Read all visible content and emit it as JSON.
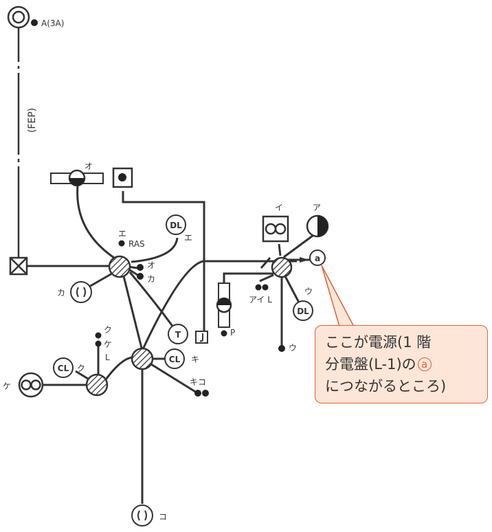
{
  "labels": {
    "antenna_label": "A(3A)",
    "fep": "(FEP)",
    "o_top": "オ",
    "e_top": "エ",
    "ras": "RAS",
    "e_right": "エ",
    "dl": "DL",
    "o_mid": "オ",
    "ka_mid": "カ",
    "ka_left": "カ",
    "i_top": "イ",
    "a_top": "ア",
    "a_circle": "a",
    "u_right": "ウ",
    "ai_l": "アイ L",
    "p": "P",
    "u_bottom": "ウ",
    "ku": "ク",
    "ke": "ケ",
    "l": "L",
    "cl": "CL",
    "ku2": "ク",
    "ke_left": "ケ",
    "ki": "キ",
    "kiko": "キコ",
    "ko": "コ",
    "t": "T"
  },
  "callout": {
    "line1": "ここが電源(1 階",
    "line2_pre": "分電盤(L-1)の",
    "line2_mark": "a",
    "line3": "につながるところ)"
  },
  "colors": {
    "callout_border": "#e2603a",
    "callout_fill": "#fde6d8",
    "ink": "#333333"
  }
}
